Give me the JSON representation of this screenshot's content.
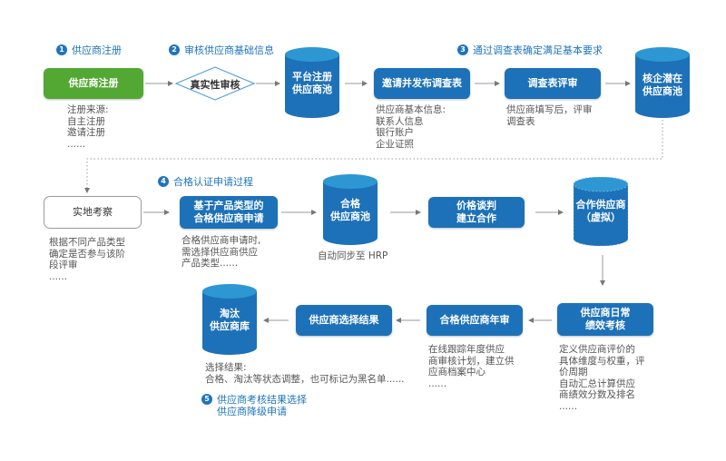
{
  "colors": {
    "primary_blue": "#1d71b8",
    "cylinder_top": "#2d97d3",
    "green": "#52a833",
    "step_label": "#1f74bd",
    "note_text": "#555555",
    "arrow": "#999999"
  },
  "steps": [
    {
      "num": "1",
      "label": "供应商注册"
    },
    {
      "num": "2",
      "label": "审核供应商基础信息"
    },
    {
      "num": "3",
      "label": "通过调查表确定满足基本要求"
    },
    {
      "num": "4",
      "label": "合格认证申请过程"
    },
    {
      "num": "5",
      "label": "供应商考核结果选择\n供应商降级申请"
    }
  ],
  "nodes": {
    "register": {
      "label": "供应商注册",
      "note": "注册来源:\n自主注册\n邀请注册\n......"
    },
    "verify": {
      "label": "真实性审核"
    },
    "platform_pool": {
      "label": "平台注册\n供应商池"
    },
    "invite_survey": {
      "label": "邀请并发布调查表",
      "note": "供应商基本信息:\n联系人信息\n银行账户\n企业证照"
    },
    "survey_review": {
      "label": "调查表评审",
      "note": "供应商填写后，评审\n调查表"
    },
    "potential_pool": {
      "label": "核企潜在\n供应商池"
    },
    "site_visit": {
      "label": "实地考察",
      "note": "根据不同产品类型\n确定是否参与该阶\n段评审\n......"
    },
    "qualified_apply": {
      "label": "基于产品类型的\n合格供应商申请",
      "note": "合格供应商申请时,\n需选择供应商供应\n产品类型......"
    },
    "qualified_pool": {
      "label": "合格\n供应商池",
      "note": "自动同步至 HRP"
    },
    "negotiation": {
      "label": "价格谈判\n建立合作"
    },
    "cooperative": {
      "label": "合作供应商\n（虚拟）"
    },
    "daily_eval": {
      "label": "供应商日常\n绩效考核",
      "note": "定义供应商评价的\n具体维度与权重，评\n价周期\n自动汇总计算供应\n商绩效分数及排名\n......"
    },
    "annual_review": {
      "label": "合格供应商年审",
      "note": "在线跟踪年度供应\n商审核计划，建立供\n应商档案中心\n......"
    },
    "selection_result": {
      "label": "供应商选择结果"
    },
    "eliminated_pool": {
      "label": "淘汰\n供应商库",
      "note": "选择结果:\n合格、淘汰等状态调整，也可标记为黑名单......"
    }
  }
}
